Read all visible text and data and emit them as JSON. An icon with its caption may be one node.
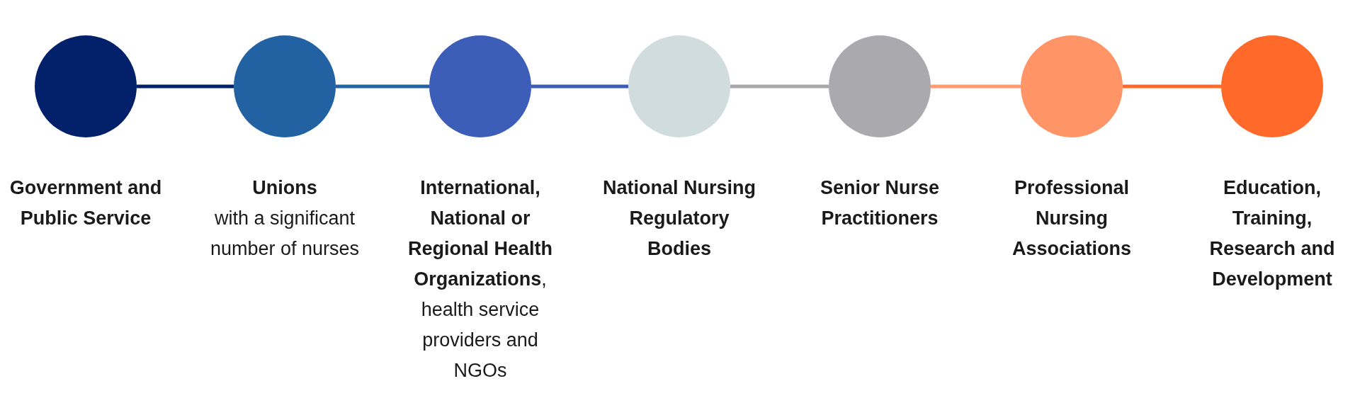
{
  "diagram": {
    "nodes": [
      {
        "text": [],
        "shape": "circle",
        "beside": [
          "Government and Public Service"
        ]
      },
      {
        "text": [],
        "shape": "circle",
        "beside": [
          "Unions",
          "with a significant number of nurses"
        ]
      },
      {
        "text": [],
        "shape": "circle",
        "beside": [
          "**International, National or Regional Health Organizations**, health service providers and NGOs"
        ]
      },
      {
        "text": [],
        "shape": "circle",
        "beside": [
          "National Nursing Regulatory Bodies"
        ]
      },
      {
        "text": [],
        "shape": "circle",
        "beside": [
          "Senior Nurse Practitioners"
        ]
      },
      {
        "text": [],
        "shape": "circle",
        "beside": [
          "Professional Nursing Associations"
        ]
      },
      {
        "text": [],
        "shape": "circle",
        "beside": [
          "Education, Training, Research and Development"
        ]
      }
    ],
    "edges": [
      {
        "from": 0,
        "to": 1,
        "arrow": "none",
        "color": "#03216b"
      },
      {
        "from": 1,
        "to": 2,
        "arrow": "none",
        "color": "#2262a3"
      },
      {
        "from": 2,
        "to": 3,
        "arrow": "none",
        "color": "#3c5db8"
      },
      {
        "from": 3,
        "to": 4,
        "arrow": "none",
        "color": "#a8a8ab"
      },
      {
        "from": 4,
        "to": 5,
        "arrow": "none",
        "color": "#ff9b6c"
      },
      {
        "from": 5,
        "to": 6,
        "arrow": "none",
        "color": "#ff6a2b"
      }
    ]
  }
}
